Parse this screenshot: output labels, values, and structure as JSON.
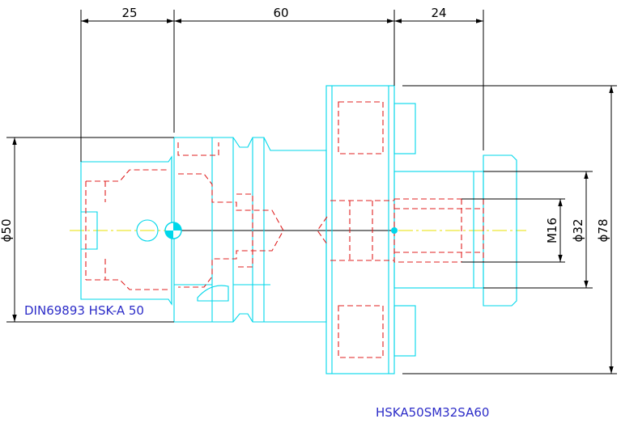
{
  "dimensions": {
    "top": [
      {
        "label": "25"
      },
      {
        "label": "60"
      },
      {
        "label": "24"
      }
    ],
    "diameters": [
      {
        "label": "ϕ50"
      },
      {
        "label": "M16"
      },
      {
        "label": "ϕ32"
      },
      {
        "label": "ϕ78"
      }
    ]
  },
  "standard_label": "DIN69893 HSK-A 50",
  "part_number": "HSKA50SM32SA60",
  "colors": {
    "outline": "#00d7ea",
    "hidden": "#e02020",
    "dimension": "#000000",
    "centerline": "#e8e000",
    "annotation": "#2d2dc8"
  }
}
